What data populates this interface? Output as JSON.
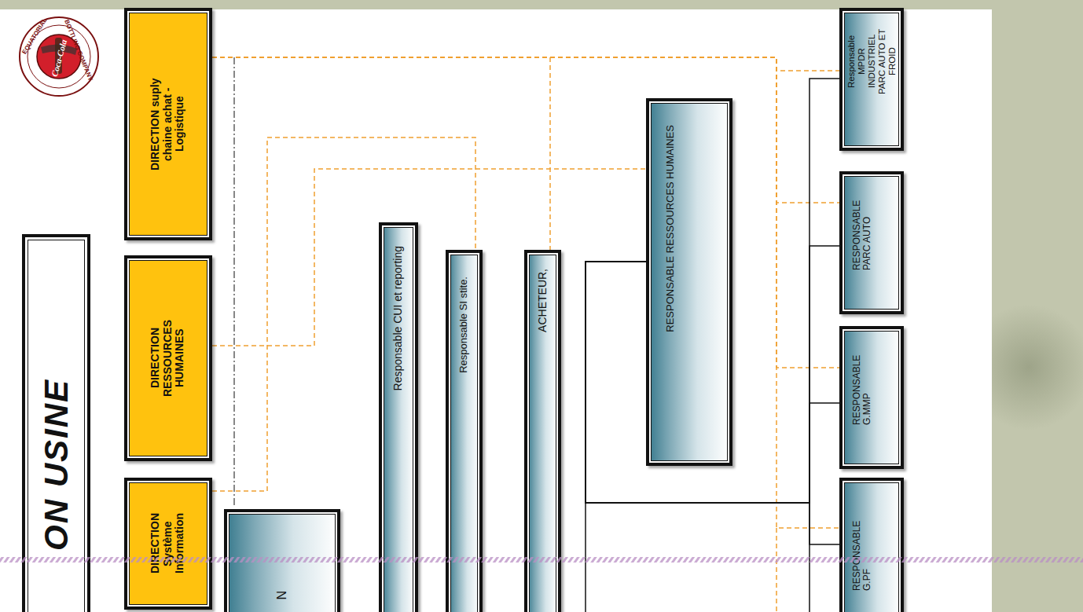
{
  "diagram": {
    "title": "ON USINE",
    "nodes": [
      {
        "text": [
          "DIRECTION suply chaine achat - Logistique"
        ]
      },
      {
        "text": [
          "DIRECTION RESSOURCES HUMAINES"
        ]
      },
      {
        "text": [
          "DIRECTION Système Information"
        ]
      },
      {
        "text": [
          "N"
        ]
      },
      {
        "text": [
          "Responsable CUI et reporting"
        ]
      },
      {
        "text": [
          "Responsable SI stite."
        ]
      },
      {
        "text": [
          "ACHETEUR,"
        ]
      },
      {
        "text": [
          "RESPONSABLE RESSOURCES HUMAINES"
        ]
      },
      {
        "text": [
          "Responsable MPDR INDUSTRIEL PARC AUTO ET FROID"
        ]
      },
      {
        "text": [
          "RESPONSABLE PARC AUTO"
        ]
      },
      {
        "text": [
          "RESPONSABLE G.MMP"
        ]
      },
      {
        "text": [
          "RESPONSABLE G.PF"
        ]
      }
    ],
    "edges": [
      {
        "from": 0,
        "to": 6,
        "arrow": "none"
      },
      {
        "from": 0,
        "to": 8,
        "arrow": "none"
      },
      {
        "from": 0,
        "to": 9,
        "arrow": "none"
      },
      {
        "from": 0,
        "to": 10,
        "arrow": "none"
      },
      {
        "from": 0,
        "to": 11,
        "arrow": "none"
      },
      {
        "from": 1,
        "to": 7,
        "arrow": "none"
      },
      {
        "from": 2,
        "to": 5,
        "arrow": "none"
      },
      {
        "from": 7,
        "to": 8,
        "arrow": "none"
      },
      {
        "from": 7,
        "to": 9,
        "arrow": "none"
      },
      {
        "from": 7,
        "to": 10,
        "arrow": "none"
      },
      {
        "from": 7,
        "to": 11,
        "arrow": "none"
      }
    ],
    "labels": [
      "EQUATORIAL",
      "BOTTLING COMPANY",
      "Coca-Cola"
    ]
  }
}
